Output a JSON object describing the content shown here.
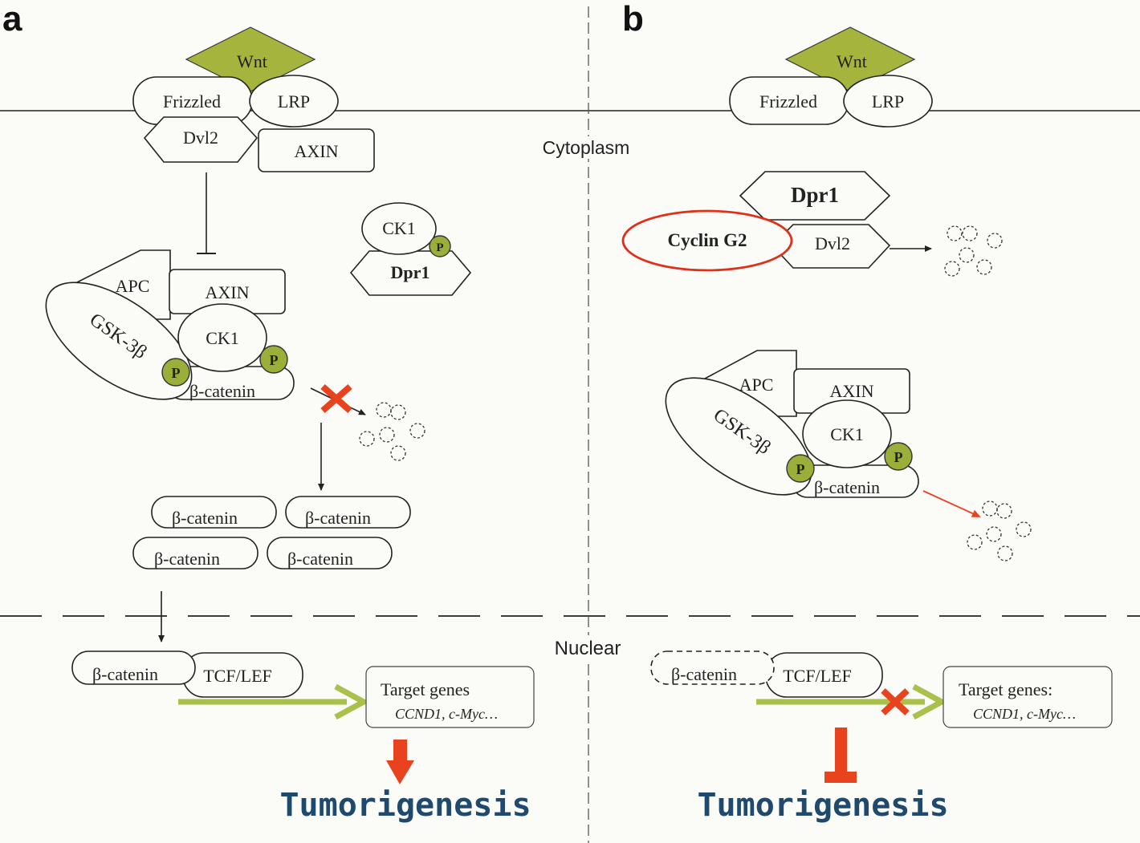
{
  "colors": {
    "wnt_fill": "#a4b43c",
    "phospho_fill": "#9aae3a",
    "inhibition_red": "#e8431e",
    "cyclin_outline": "#e0301a",
    "activation_green": "#a9c04a",
    "tumorigenesis_text": "#1f4a6e"
  },
  "icons": [
    "phosphate-badge",
    "red-cross-block",
    "degradation-fragments",
    "inhibition-bar",
    "arrow"
  ],
  "panels": {
    "a": "a",
    "b": "b"
  },
  "compartments": {
    "cytoplasm": "Cytoplasm",
    "nuclear": "Nuclear"
  },
  "labels": {
    "wnt": "Wnt",
    "frizzled": "Frizzled",
    "lrp": "LRP",
    "dvl2": "Dvl2",
    "axin": "AXIN",
    "ck1": "CK1",
    "dpr1": "Dpr1",
    "apc": "APC",
    "gsk3b": "GSK-3β",
    "p": "P",
    "beta_catenin": "β-catenin",
    "tcf_lef": "TCF/LEF",
    "cyclin_g2": "Cyclin G2",
    "target_genes_a": "Target genes",
    "target_genes_b": "Target genes:",
    "target_list": "CCND1, c-Myc…",
    "tumorigenesis": "Tumorigenesis"
  }
}
